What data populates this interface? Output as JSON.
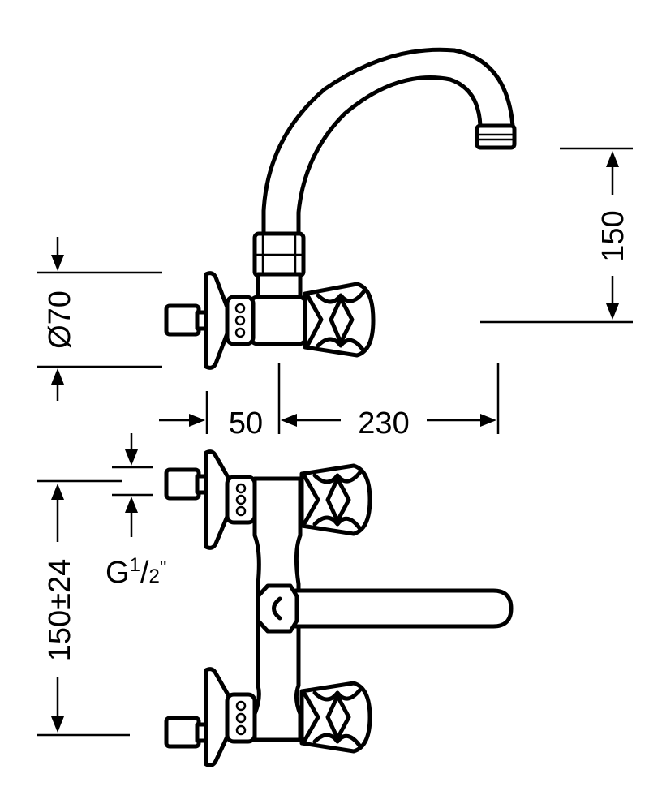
{
  "dimensions": {
    "spout_height": "150",
    "rosette_diameter": "Ø70",
    "wall_offset": "50",
    "spout_reach": "230",
    "inlet_spacing": "150±24"
  },
  "thread": {
    "prefix": "G",
    "numerator": "1",
    "slash": "/",
    "denominator": "2",
    "suffix": "\""
  }
}
